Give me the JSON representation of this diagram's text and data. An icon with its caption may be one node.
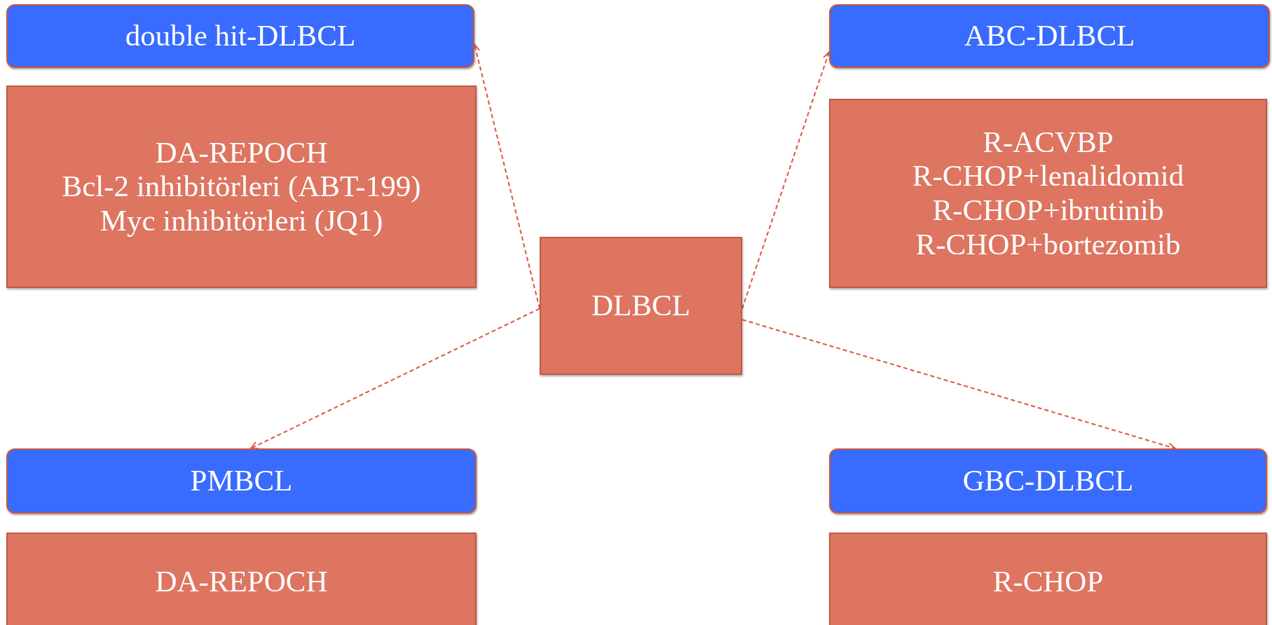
{
  "diagram": {
    "nodes": [
      {
        "text": [
          "double hit-DLBCL"
        ]
      },
      {
        "text": [
          "DA-REPOCH",
          "Bcl-2 inhibitörleri (ABT-199)",
          "Myc inhibitörleri (JQ1)"
        ]
      },
      {
        "text": [
          "ABC-DLBCL"
        ]
      },
      {
        "text": [
          "R-ACVBP",
          "R-CHOP+lenalidomid",
          "R-CHOP+ibrutinib",
          "R-CHOP+bortezomib"
        ]
      },
      {
        "text": [
          "DLBCL"
        ]
      },
      {
        "text": [
          "PMBCL"
        ]
      },
      {
        "text": [
          "DA-REPOCH"
        ]
      },
      {
        "text": [
          "GBC-DLBCL"
        ]
      },
      {
        "text": [
          "R-CHOP"
        ]
      }
    ],
    "edges": [
      {
        "from": 4,
        "to": 0,
        "arrow": "to",
        "style": "dashed"
      },
      {
        "from": 4,
        "to": 2,
        "arrow": "to",
        "style": "dashed"
      },
      {
        "from": 4,
        "to": 5,
        "arrow": "to",
        "style": "dashed"
      },
      {
        "from": 4,
        "to": 7,
        "arrow": "to",
        "style": "dashed"
      }
    ]
  }
}
